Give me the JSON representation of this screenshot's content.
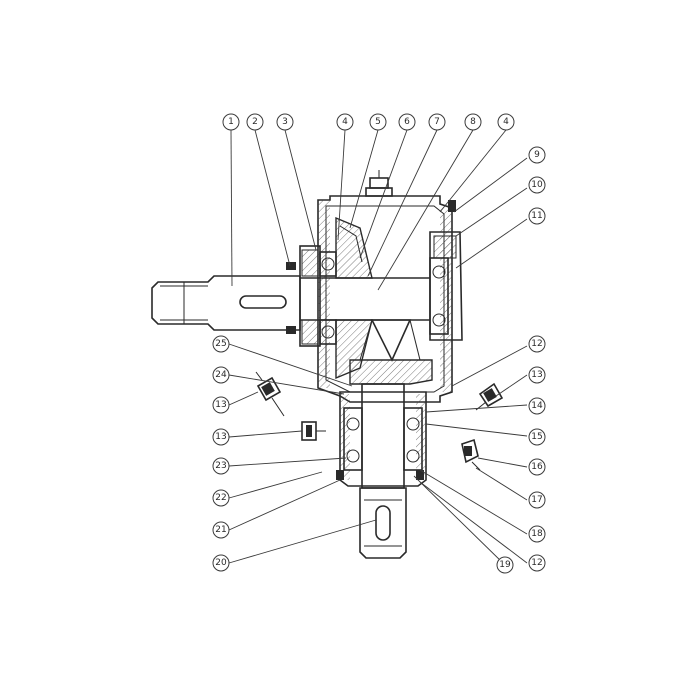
{
  "callouts": [
    "1",
    "2",
    "3",
    "4",
    "5",
    "6",
    "7",
    "8",
    "4",
    "9",
    "10",
    "11",
    "12",
    "13",
    "14",
    "15",
    "16",
    "17",
    "18",
    "12",
    "19",
    "20",
    "21",
    "22",
    "23",
    "13",
    "13",
    "24",
    "25"
  ]
}
